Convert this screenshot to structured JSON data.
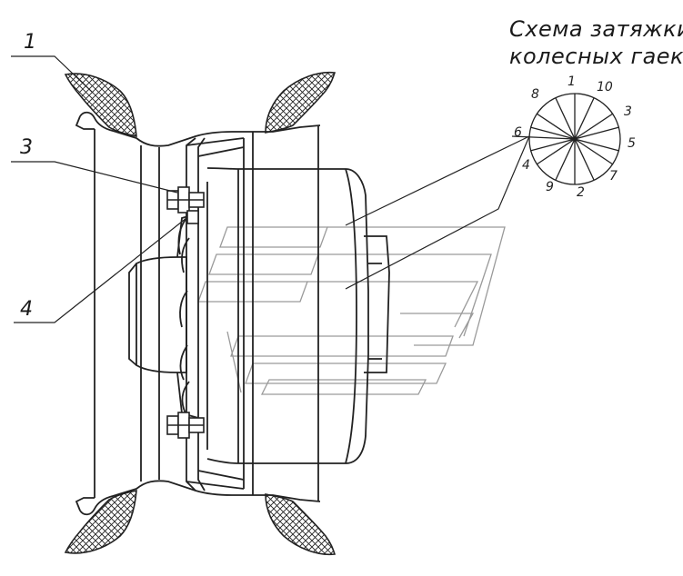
{
  "caption": {
    "line1": "Схема затяжки",
    "line2": "колесных гаек"
  },
  "callouts": [
    "1",
    "3",
    "4",
    "6"
  ],
  "bolt_pattern": [
    "1",
    "2",
    "3",
    "4",
    "5",
    "6",
    "7",
    "8",
    "9",
    "10"
  ],
  "colors": {
    "line": "#222222",
    "watermark": "#9a9a9a"
  }
}
